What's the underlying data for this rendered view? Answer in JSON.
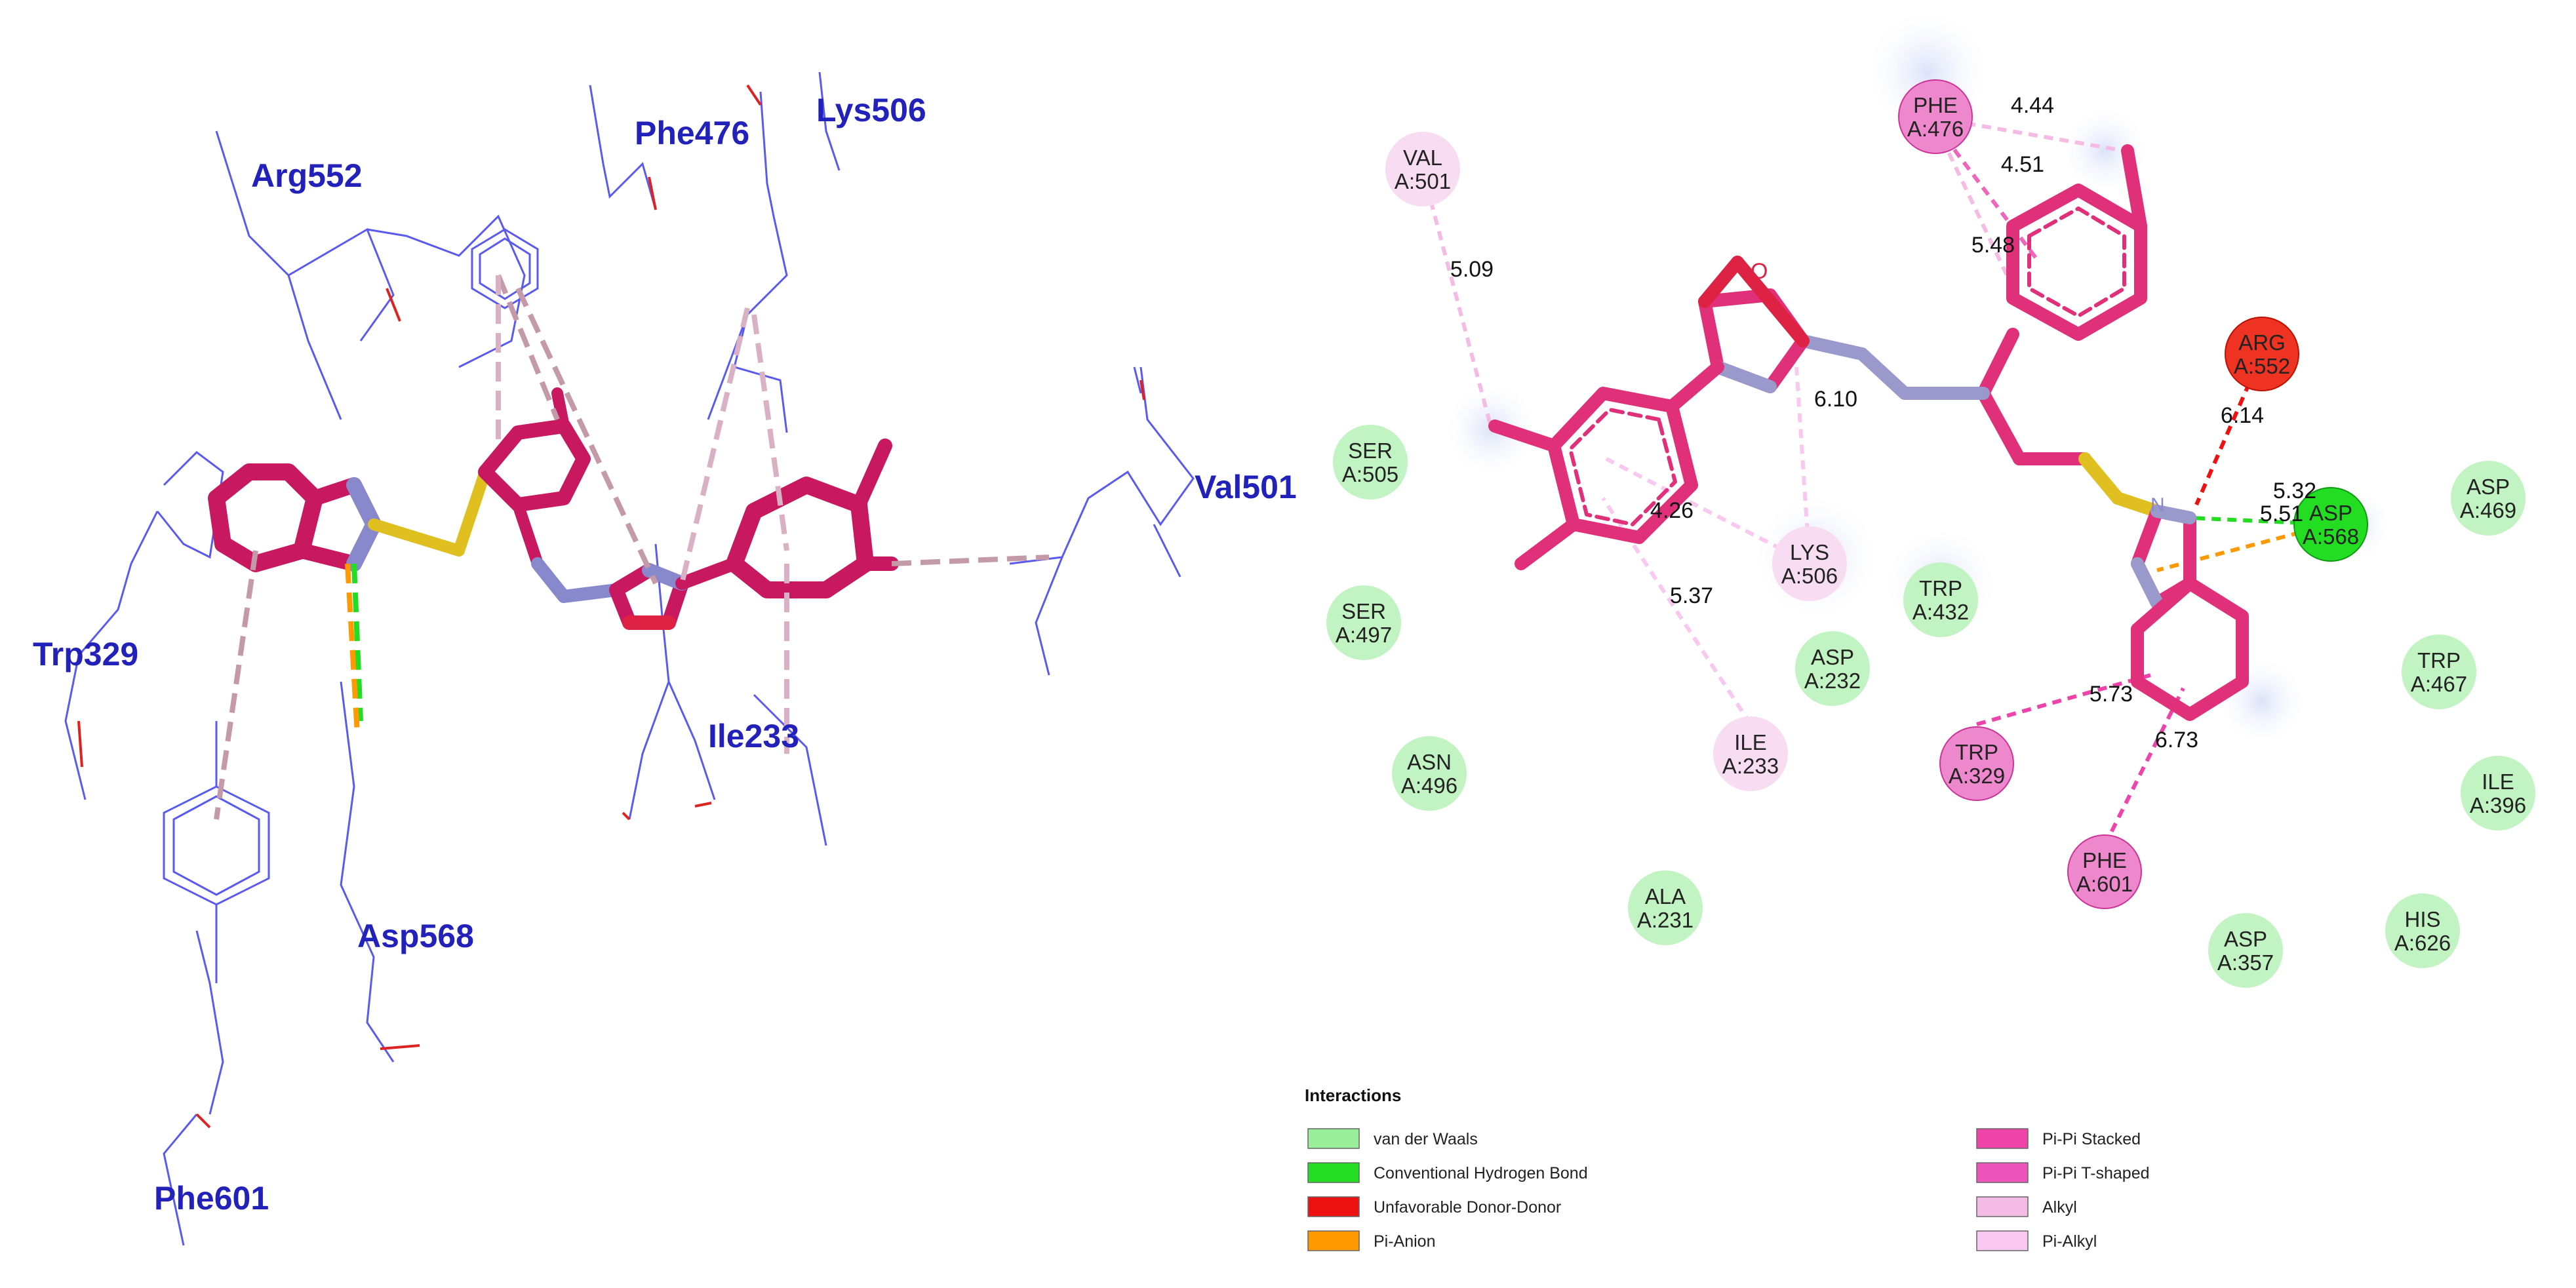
{
  "left_panel": {
    "labels": [
      {
        "id": "arg552",
        "text": "Arg552"
      },
      {
        "id": "phe476",
        "text": "Phe476"
      },
      {
        "id": "lys506",
        "text": "Lys506"
      },
      {
        "id": "val501",
        "text": "Val501"
      },
      {
        "id": "trp329",
        "text": "Trp329"
      },
      {
        "id": "ile233",
        "text": "Ile233"
      },
      {
        "id": "asp568",
        "text": "Asp568"
      },
      {
        "id": "phe601",
        "text": "Phe601"
      }
    ]
  },
  "right_panel": {
    "residues": [
      {
        "id": "val501",
        "name": "VAL",
        "chain": "A:501",
        "type": "pi-alkyl"
      },
      {
        "id": "phe476",
        "name": "PHE",
        "chain": "A:476",
        "type": "pi-pi-stacked"
      },
      {
        "id": "arg552",
        "name": "ARG",
        "chain": "A:552",
        "type": "unfavorable"
      },
      {
        "id": "asp568",
        "name": "ASP",
        "chain": "A:568",
        "type": "hbond"
      },
      {
        "id": "asp469",
        "name": "ASP",
        "chain": "A:469",
        "type": "vdw"
      },
      {
        "id": "ser505",
        "name": "SER",
        "chain": "A:505",
        "type": "vdw"
      },
      {
        "id": "ser497",
        "name": "SER",
        "chain": "A:497",
        "type": "vdw"
      },
      {
        "id": "lys506",
        "name": "LYS",
        "chain": "A:506",
        "type": "pi-alkyl"
      },
      {
        "id": "trp432",
        "name": "TRP",
        "chain": "A:432",
        "type": "vdw"
      },
      {
        "id": "asp232",
        "name": "ASP",
        "chain": "A:232",
        "type": "vdw"
      },
      {
        "id": "trp467",
        "name": "TRP",
        "chain": "A:467",
        "type": "vdw"
      },
      {
        "id": "asn496",
        "name": "ASN",
        "chain": "A:496",
        "type": "vdw"
      },
      {
        "id": "ile233",
        "name": "ILE",
        "chain": "A:233",
        "type": "pi-alkyl"
      },
      {
        "id": "trp329",
        "name": "TRP",
        "chain": "A:329",
        "type": "pi-pi-stacked"
      },
      {
        "id": "ile396",
        "name": "ILE",
        "chain": "A:396",
        "type": "vdw"
      },
      {
        "id": "phe601",
        "name": "PHE",
        "chain": "A:601",
        "type": "pi-pi-stacked"
      },
      {
        "id": "ala231",
        "name": "ALA",
        "chain": "A:231",
        "type": "vdw"
      },
      {
        "id": "asp357",
        "name": "ASP",
        "chain": "A:357",
        "type": "vdw"
      },
      {
        "id": "his626",
        "name": "HIS",
        "chain": "A:626",
        "type": "vdw"
      }
    ],
    "distances": [
      {
        "id": "d444",
        "text": "4.44"
      },
      {
        "id": "d451",
        "text": "4.51"
      },
      {
        "id": "d548",
        "text": "5.48"
      },
      {
        "id": "d509",
        "text": "5.09"
      },
      {
        "id": "d614",
        "text": "6.14"
      },
      {
        "id": "d610",
        "text": "6.10"
      },
      {
        "id": "d532",
        "text": "5.32"
      },
      {
        "id": "d551",
        "text": "5.51"
      },
      {
        "id": "d426",
        "text": "4.26"
      },
      {
        "id": "d537",
        "text": "5.37"
      },
      {
        "id": "d573",
        "text": "5.73"
      },
      {
        "id": "d673",
        "text": "6.73"
      }
    ]
  },
  "legend": {
    "title": "Interactions",
    "items": [
      {
        "label": "van der Waals",
        "color": "#99ee99"
      },
      {
        "label": "Conventional Hydrogen Bond",
        "color": "#22dd22"
      },
      {
        "label": "Unfavorable Donor-Donor",
        "color": "#ee1111"
      },
      {
        "label": "Pi-Anion",
        "color": "#ff9900"
      },
      {
        "label": "Pi-Pi Stacked",
        "color": "#ee44aa"
      },
      {
        "label": "Pi-Pi T-shaped",
        "color": "#ee55bb"
      },
      {
        "label": "Alkyl",
        "color": "#f4bce4"
      },
      {
        "label": "Pi-Alkyl",
        "color": "#f8c8f0"
      }
    ]
  },
  "colors": {
    "ligand": "#e0307a",
    "ligand_3d": "#c81860",
    "residue_line": "#5a5aee",
    "label_3d": "#2222bb",
    "nitrogen": "#8888cc",
    "sulfur": "#e0c020"
  }
}
